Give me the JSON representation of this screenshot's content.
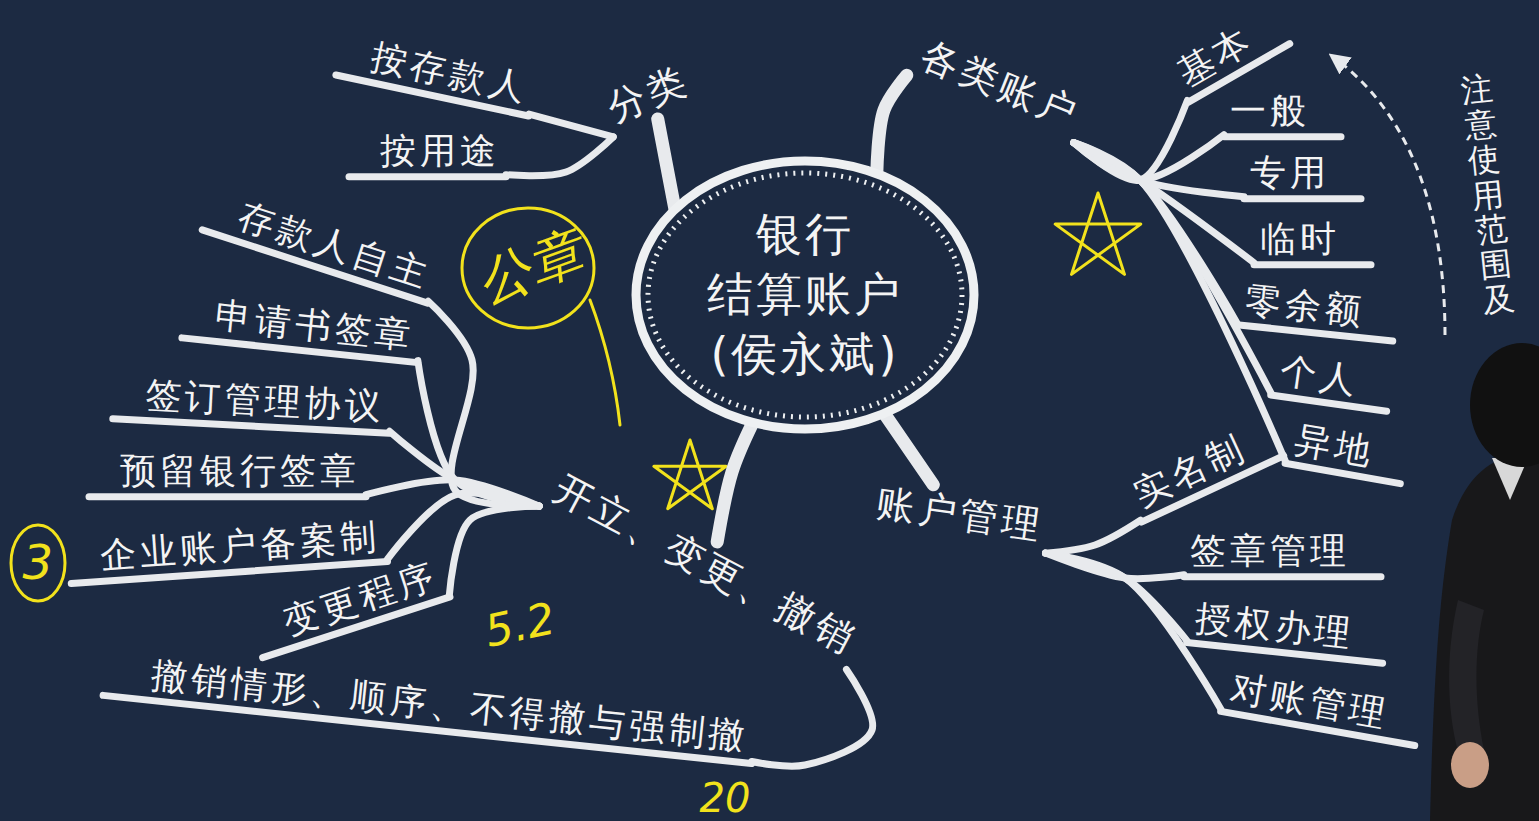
{
  "diagram": {
    "nodes": [
      {
        "text": [
          "银行 结算账户 (侯永斌)"
        ]
      },
      {
        "text": [
          "分类"
        ]
      },
      {
        "text": [
          "按存款人"
        ]
      },
      {
        "text": [
          "按用途"
        ]
      },
      {
        "text": [
          "各类账户"
        ]
      },
      {
        "text": [
          "基本"
        ]
      },
      {
        "text": [
          "一般"
        ]
      },
      {
        "text": [
          "专用"
        ]
      },
      {
        "text": [
          "临时"
        ]
      },
      {
        "text": [
          "零余额"
        ]
      },
      {
        "text": [
          "个人"
        ]
      },
      {
        "text": [
          "异地"
        ]
      },
      {
        "text": [
          "开立、变更、撤销"
        ]
      },
      {
        "text": [
          "存款人自主"
        ]
      },
      {
        "text": [
          "申请书签章"
        ]
      },
      {
        "text": [
          "签订管理协议"
        ]
      },
      {
        "text": [
          "预留银行签章"
        ]
      },
      {
        "text": [
          "企业账户备案制"
        ]
      },
      {
        "text": [
          "变更程序"
        ]
      },
      {
        "text": [
          "撤销情形、顺序、不得撤与强制撤"
        ]
      },
      {
        "text": [
          "账户管理"
        ]
      },
      {
        "text": [
          "实名制"
        ]
      },
      {
        "text": [
          "签章管理"
        ]
      },
      {
        "text": [
          "授权办理"
        ]
      },
      {
        "text": [
          "对账管理"
        ]
      }
    ],
    "edges": [
      {
        "from": 0,
        "to": 1,
        "arrow": "none"
      },
      {
        "from": 1,
        "to": 2,
        "arrow": "none"
      },
      {
        "from": 1,
        "to": 3,
        "arrow": "none"
      },
      {
        "from": 0,
        "to": 4,
        "arrow": "none"
      },
      {
        "from": 4,
        "to": 5,
        "arrow": "none"
      },
      {
        "from": 4,
        "to": 6,
        "arrow": "none"
      },
      {
        "from": 4,
        "to": 7,
        "arrow": "none"
      },
      {
        "from": 4,
        "to": 8,
        "arrow": "none"
      },
      {
        "from": 4,
        "to": 9,
        "arrow": "none"
      },
      {
        "from": 4,
        "to": 10,
        "arrow": "none"
      },
      {
        "from": 4,
        "to": 11,
        "arrow": "none"
      },
      {
        "from": 0,
        "to": 12,
        "arrow": "none"
      },
      {
        "from": 12,
        "to": 13,
        "arrow": "none"
      },
      {
        "from": 12,
        "to": 14,
        "arrow": "none"
      },
      {
        "from": 12,
        "to": 15,
        "arrow": "none"
      },
      {
        "from": 12,
        "to": 16,
        "arrow": "none"
      },
      {
        "from": 12,
        "to": 17,
        "arrow": "none"
      },
      {
        "from": 12,
        "to": 18,
        "arrow": "none"
      },
      {
        "from": 12,
        "to": 19,
        "arrow": "none"
      },
      {
        "from": 0,
        "to": 20,
        "arrow": "none"
      },
      {
        "from": 20,
        "to": 21,
        "arrow": "none"
      },
      {
        "from": 20,
        "to": 22,
        "arrow": "none"
      },
      {
        "from": 20,
        "to": 23,
        "arrow": "none"
      },
      {
        "from": 20,
        "to": 24,
        "arrow": "none"
      }
    ],
    "labels": [
      "注意使用范围及",
      "公章",
      "3",
      "5.2",
      "20"
    ]
  }
}
